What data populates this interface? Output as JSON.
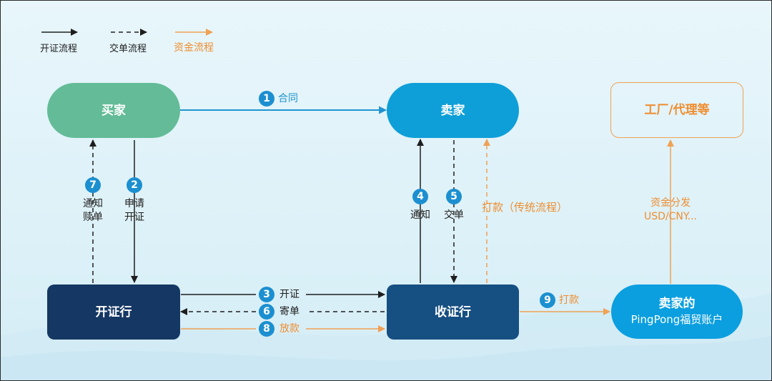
{
  "colors": {
    "black_flow": "#1e1e1e",
    "orange_flow": "#f0a155",
    "blue_flow": "#1f94cf",
    "badge": "#1c8fd0",
    "buyer": "#63bc97",
    "seller": "#0f9fd8",
    "bank": "#153764",
    "collect_bank": "#164f82",
    "pingpong": "#0b9fe0",
    "factory_border": "#f0a155",
    "factory_text": "#ef8d2f"
  },
  "legend": {
    "issue_flow": "开证流程",
    "docs_flow": "交单流程",
    "funds_flow": "资金流程"
  },
  "nodes": {
    "buyer": "买家",
    "seller": "卖家",
    "factory": "工厂/代理等",
    "issuing_bank": "开证行",
    "collecting_bank": "收证行",
    "pingpong_line1": "卖家的",
    "pingpong_line2": "PingPong福贸账户"
  },
  "steps": [
    {
      "num": "1",
      "label": "合同"
    },
    {
      "num": "2",
      "line1": "申请",
      "line2": "开证"
    },
    {
      "num": "3",
      "label": "开证"
    },
    {
      "num": "4",
      "label": "通知"
    },
    {
      "num": "5",
      "label": "交单"
    },
    {
      "num": "6",
      "label": "寄单"
    },
    {
      "num": "7",
      "line1": "通知",
      "line2": "赎单"
    },
    {
      "num": "8",
      "label": "放款"
    },
    {
      "num": "9",
      "label": "打款"
    }
  ],
  "traditional_transfer": "打款（传统流程）",
  "distribution": {
    "line1": "资金分发",
    "line2": "USD/CNY..."
  }
}
